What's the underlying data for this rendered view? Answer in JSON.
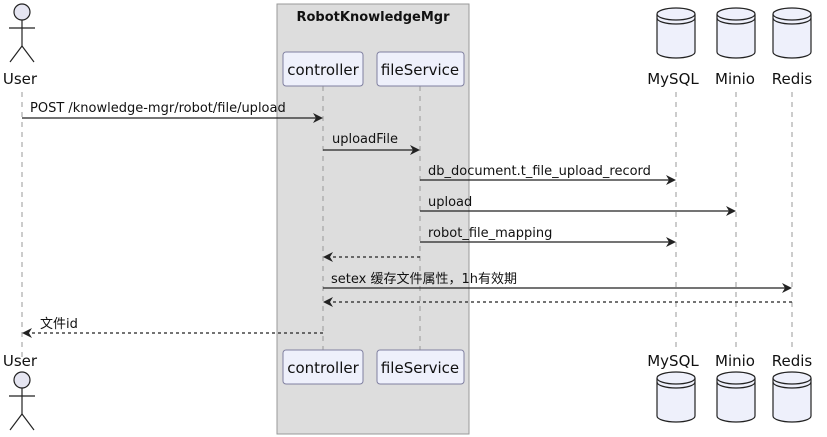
{
  "group": {
    "title": "RobotKnowledgeMgr",
    "fill": "#dddddd",
    "stroke": "#999999"
  },
  "participants": {
    "user": "User",
    "controller": "controller",
    "fileService": "fileService",
    "mysql": "MySQL",
    "minio": "Minio",
    "redis": "Redis"
  },
  "messages": [
    {
      "label": "POST /knowledge-mgr/robot/file/upload",
      "from": "user",
      "to": "controller",
      "style": "solid"
    },
    {
      "label": "uploadFile",
      "from": "controller",
      "to": "fileService",
      "style": "solid"
    },
    {
      "label": "db_document.t_file_upload_record",
      "from": "fileService",
      "to": "mysql",
      "style": "solid"
    },
    {
      "label": "upload",
      "from": "fileService",
      "to": "minio",
      "style": "solid"
    },
    {
      "label": "robot_file_mapping",
      "from": "fileService",
      "to": "mysql",
      "style": "solid"
    },
    {
      "label": "",
      "from": "fileService",
      "to": "controller",
      "style": "dashed"
    },
    {
      "label": "setex 缓存文件属性，1h有效期",
      "from": "controller",
      "to": "redis",
      "style": "solid"
    },
    {
      "label": "",
      "from": "redis",
      "to": "controller",
      "style": "dashed"
    },
    {
      "label": "文件id",
      "from": "controller",
      "to": "user",
      "style": "dashed"
    }
  ]
}
